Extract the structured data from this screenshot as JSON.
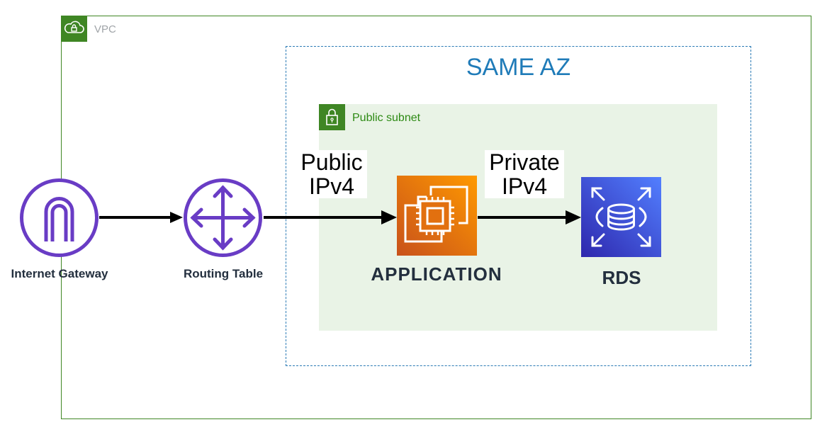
{
  "vpc": {
    "label": "VPC",
    "color": "#3f8624"
  },
  "az": {
    "title": "SAME AZ",
    "border_color": "#2a7ab5"
  },
  "subnet": {
    "label": "Public subnet",
    "fill": "#e9f3e6"
  },
  "edges": {
    "public_label_line1": "Public",
    "public_label_line2": "IPv4",
    "private_label_line1": "Private",
    "private_label_line2": "IPv4"
  },
  "nodes": {
    "internet_gateway": {
      "label": "Internet Gateway",
      "icon": "internet-gateway-icon",
      "color": "#693cc5"
    },
    "routing_table": {
      "label": "Routing Table",
      "icon": "router-icon",
      "color": "#693cc5"
    },
    "application": {
      "label": "APPLICATION",
      "icon": "ec2-instance-icon",
      "color": "#ed7100"
    },
    "rds": {
      "label": "RDS",
      "icon": "rds-database-icon",
      "color": "#3b48cc"
    }
  }
}
